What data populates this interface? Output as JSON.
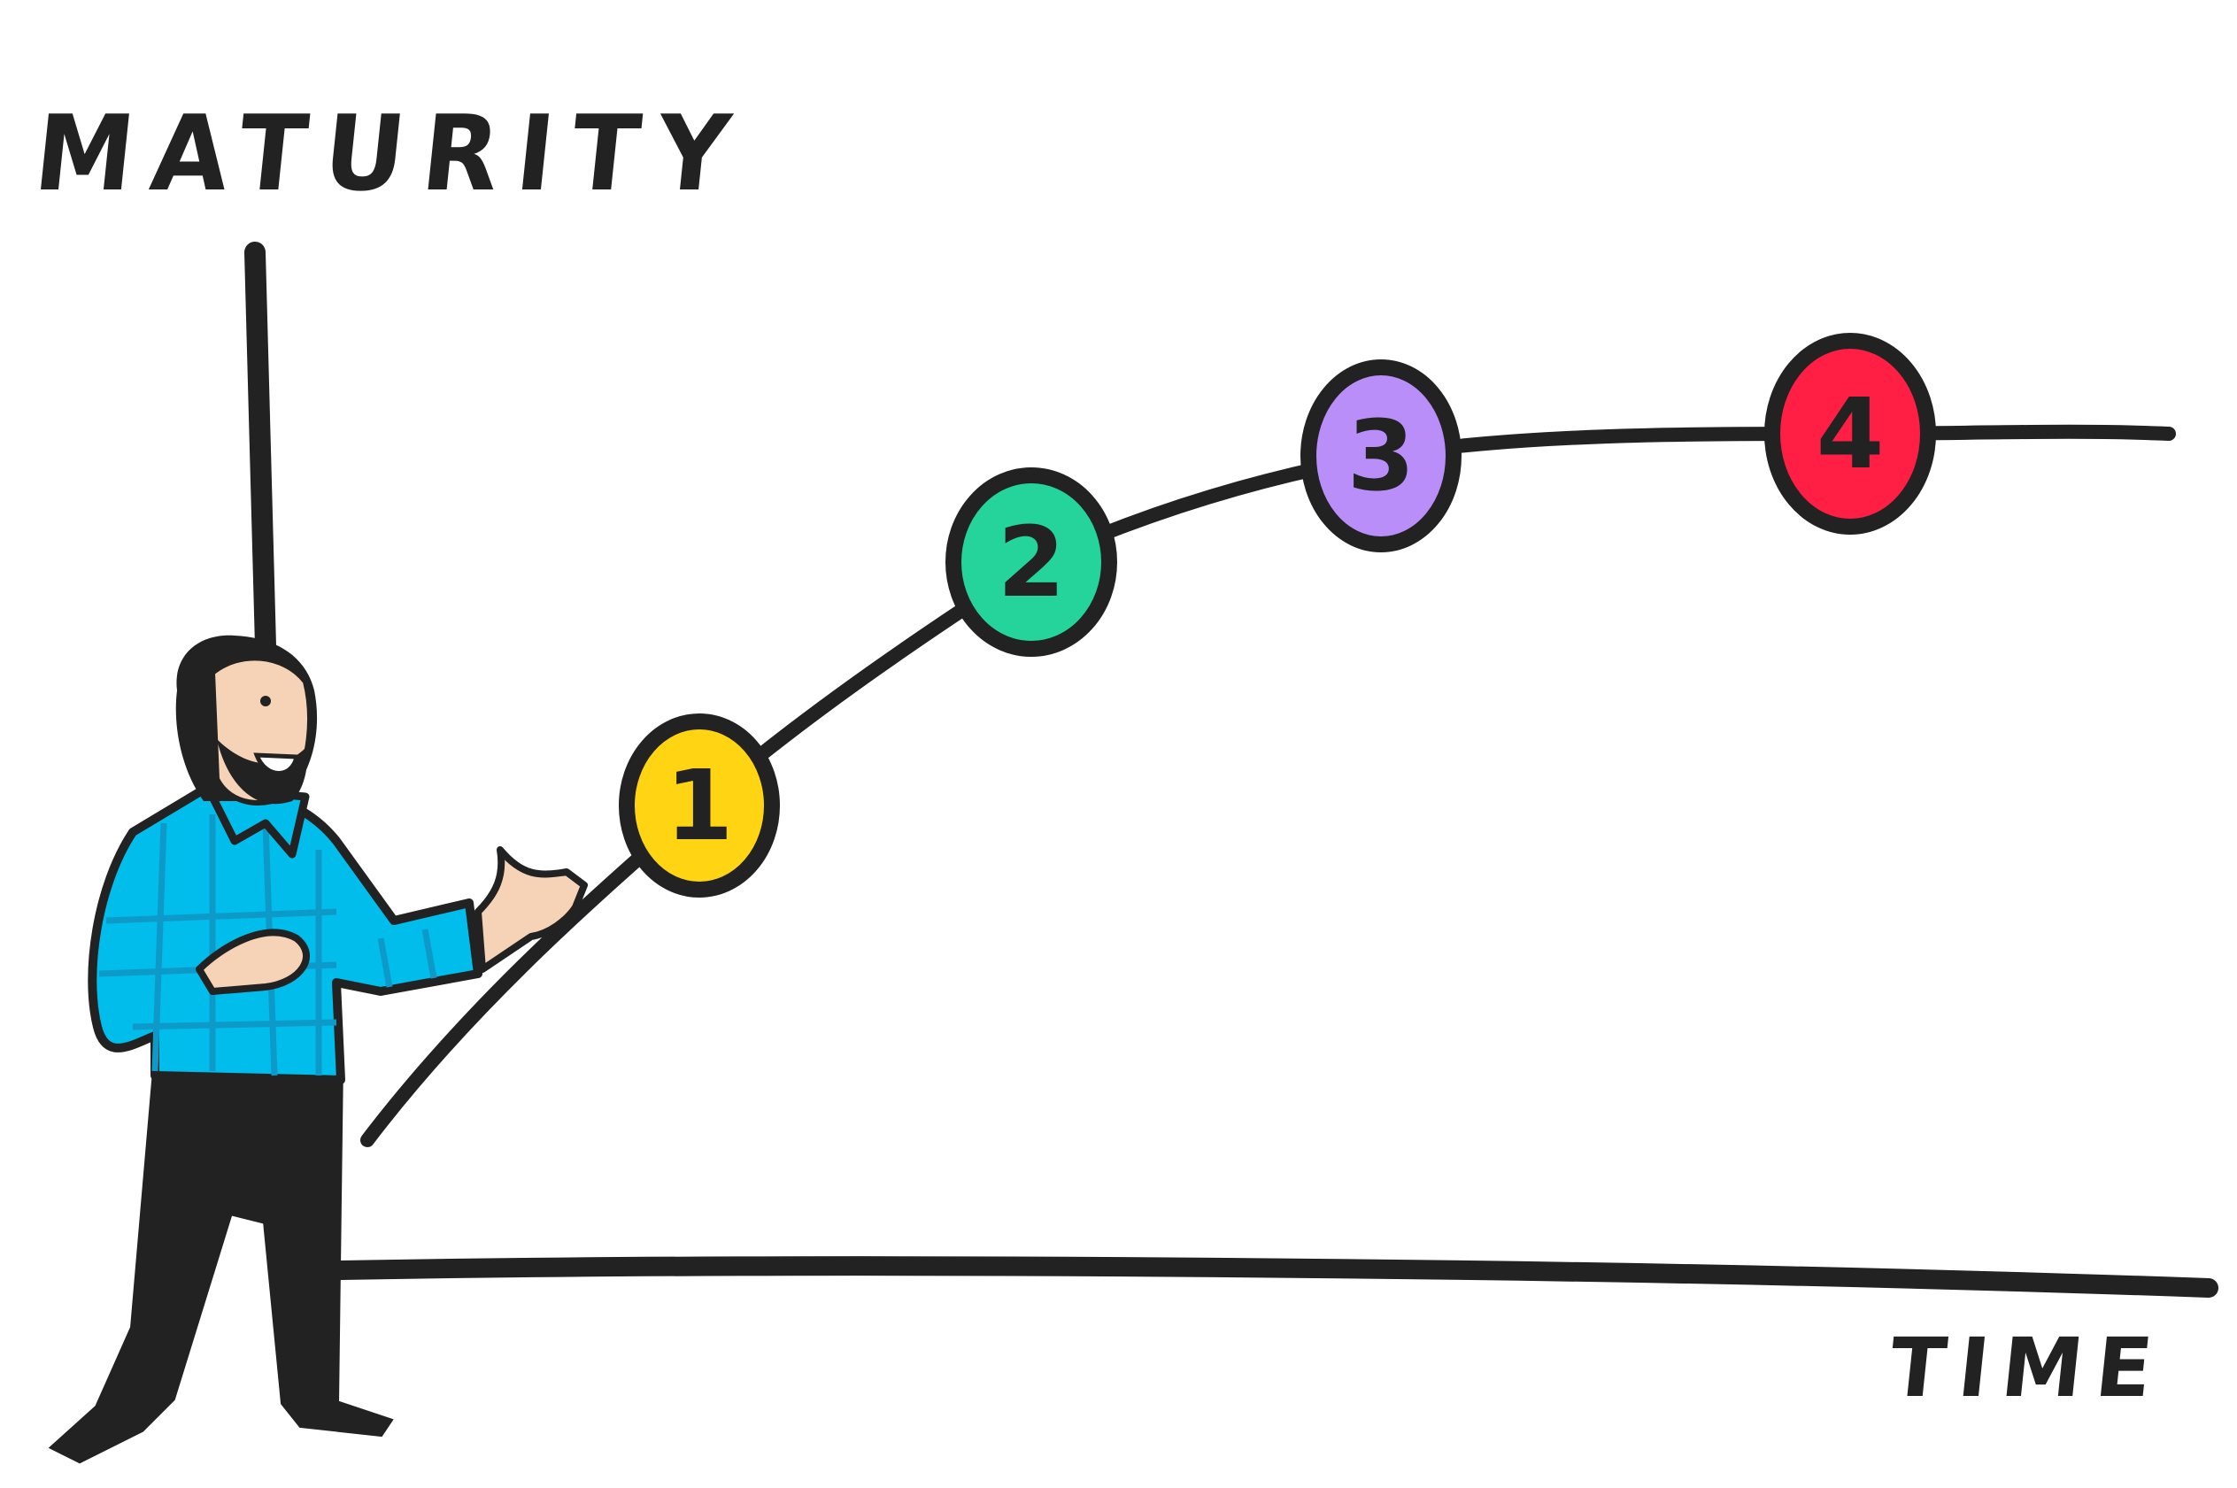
{
  "diagram": {
    "y_axis_label": "MATURITY",
    "x_axis_label": "TIME",
    "stages": [
      {
        "label": "1",
        "color": "#FFD513"
      },
      {
        "label": "2",
        "color": "#25D49A"
      },
      {
        "label": "3",
        "color": "#B98EF9"
      },
      {
        "label": "4",
        "color": "#FF1E44"
      }
    ],
    "colors": {
      "ink": "#222222",
      "skin": "#F6D3B7",
      "shirt": "#00BDEB",
      "shirt_plaid": "#0E9AC8",
      "background": "#FFFFFF"
    }
  }
}
